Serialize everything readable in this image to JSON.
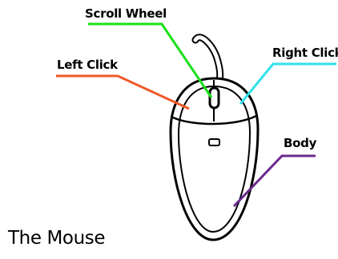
{
  "diagram": {
    "caption": "The Mouse",
    "labels": {
      "scroll_wheel": "Scroll Wheel",
      "left_click": "Left Click",
      "right_click": "Right Click",
      "body": "Body"
    },
    "colors": {
      "scroll_wheel": "#19e019",
      "left_click": "#ef5a2a",
      "right_click": "#2fe2ec",
      "body": "#6b2a8f",
      "outline": "#000000"
    }
  }
}
